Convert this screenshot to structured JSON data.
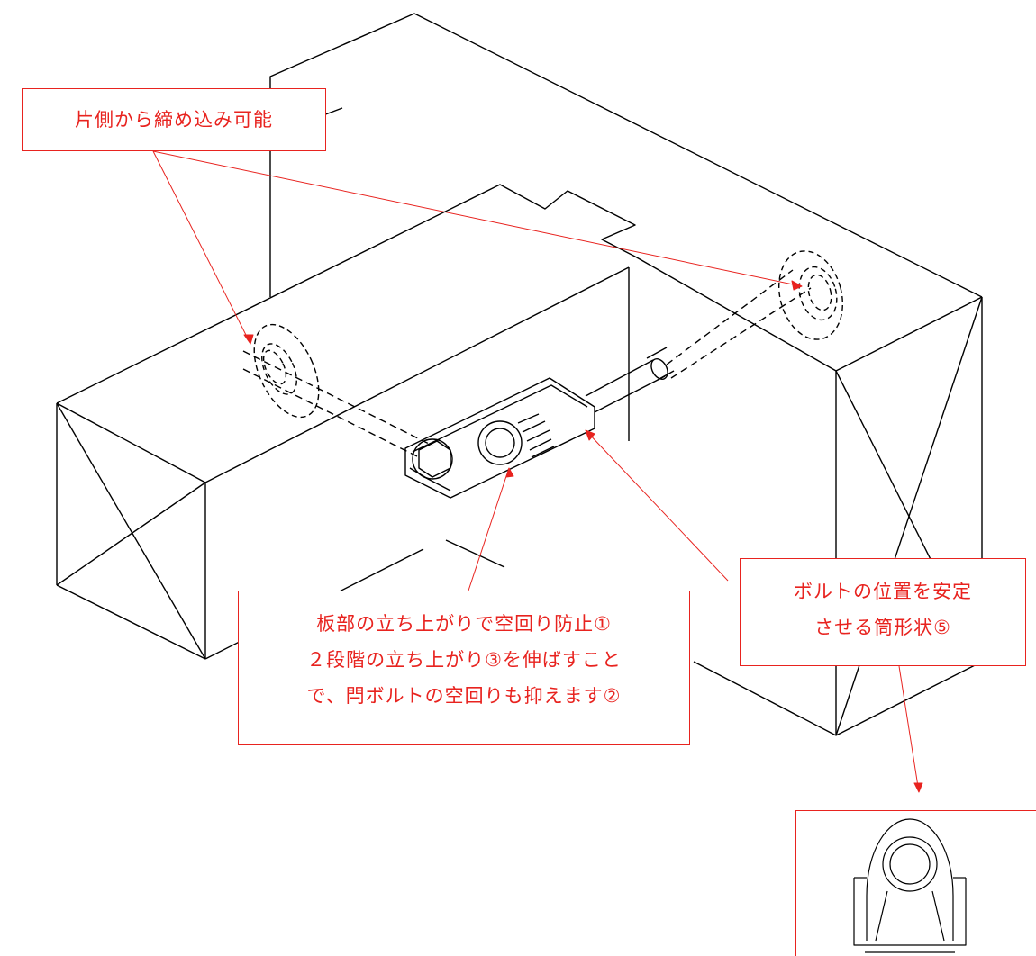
{
  "colors": {
    "annotation": "#e8231f",
    "drawing": "#000000"
  },
  "callouts": {
    "one_side": "片側から締め込み可能",
    "anti_rotation": [
      "板部の立ち上がりで空回り防止①",
      "２段階の立ち上がり③を伸ばすこと",
      "で、閂ボルトの空回りも抑えます②"
    ],
    "bolt_position": [
      "ボルトの位置を安定",
      "させる筒形状⑤"
    ]
  }
}
